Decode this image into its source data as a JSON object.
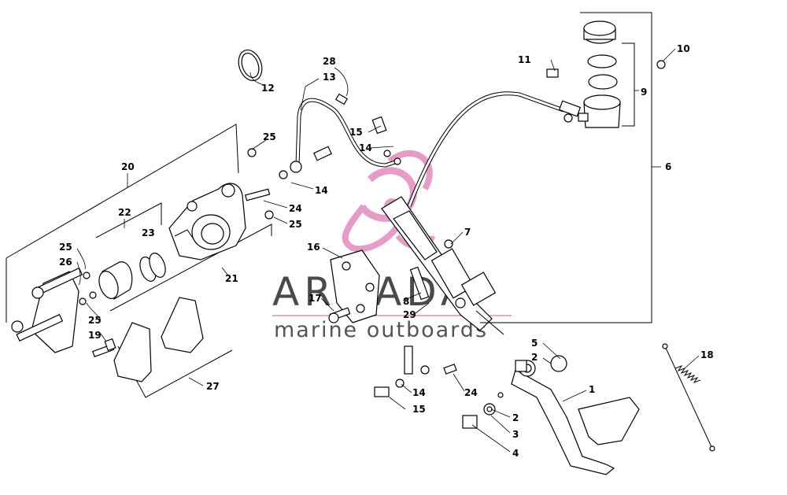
{
  "watermark": {
    "brand": "ARMADA",
    "tagline": "marine outboards",
    "logo_color": "#e28bbd"
  },
  "callouts": [
    {
      "id": "c1",
      "label": "1"
    },
    {
      "id": "c2a",
      "label": "2"
    },
    {
      "id": "c2b",
      "label": "2"
    },
    {
      "id": "c3",
      "label": "3"
    },
    {
      "id": "c4",
      "label": "4"
    },
    {
      "id": "c5",
      "label": "5"
    },
    {
      "id": "c6",
      "label": "6"
    },
    {
      "id": "c7",
      "label": "7"
    },
    {
      "id": "c8",
      "label": "8"
    },
    {
      "id": "c9",
      "label": "9"
    },
    {
      "id": "c10",
      "label": "10"
    },
    {
      "id": "c11",
      "label": "11"
    },
    {
      "id": "c12",
      "label": "12"
    },
    {
      "id": "c13",
      "label": "13"
    },
    {
      "id": "c14a",
      "label": "14"
    },
    {
      "id": "c14b",
      "label": "14"
    },
    {
      "id": "c14c",
      "label": "14"
    },
    {
      "id": "c15a",
      "label": "15"
    },
    {
      "id": "c15b",
      "label": "15"
    },
    {
      "id": "c16",
      "label": "16"
    },
    {
      "id": "c17",
      "label": "17"
    },
    {
      "id": "c18",
      "label": "18"
    },
    {
      "id": "c19",
      "label": "19"
    },
    {
      "id": "c20",
      "label": "20"
    },
    {
      "id": "c21",
      "label": "21"
    },
    {
      "id": "c22",
      "label": "22"
    },
    {
      "id": "c23",
      "label": "23"
    },
    {
      "id": "c24a",
      "label": "24"
    },
    {
      "id": "c24b",
      "label": "24"
    },
    {
      "id": "c25a",
      "label": "25"
    },
    {
      "id": "c25b",
      "label": "25"
    },
    {
      "id": "c25c",
      "label": "25"
    },
    {
      "id": "c25d",
      "label": "25"
    },
    {
      "id": "c26",
      "label": "26"
    },
    {
      "id": "c27",
      "label": "27"
    },
    {
      "id": "c28",
      "label": "28"
    },
    {
      "id": "c29",
      "label": "29"
    }
  ]
}
